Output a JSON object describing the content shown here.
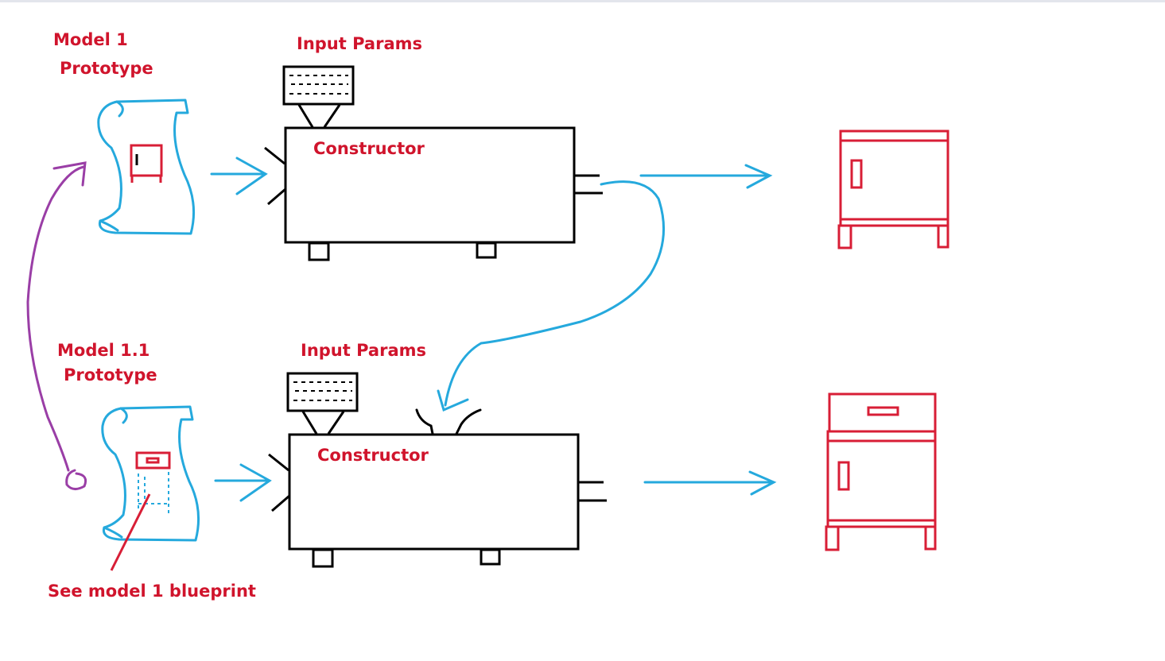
{
  "colors": {
    "label": "#d0142c",
    "blue": "#25a9dd",
    "purple": "#9a3ea6",
    "black": "#000000",
    "cabinet": "#d81e36"
  },
  "labels": {
    "model1": "Model 1",
    "prototype1": "Prototype",
    "input_params_1": "Input Params",
    "constructor_1": "Constructor",
    "model11": "Model 1.1",
    "prototype11": "Prototype",
    "input_params_2": "Input Params",
    "constructor_2": "Constructor",
    "see_blueprint": "See model 1 blueprint"
  }
}
